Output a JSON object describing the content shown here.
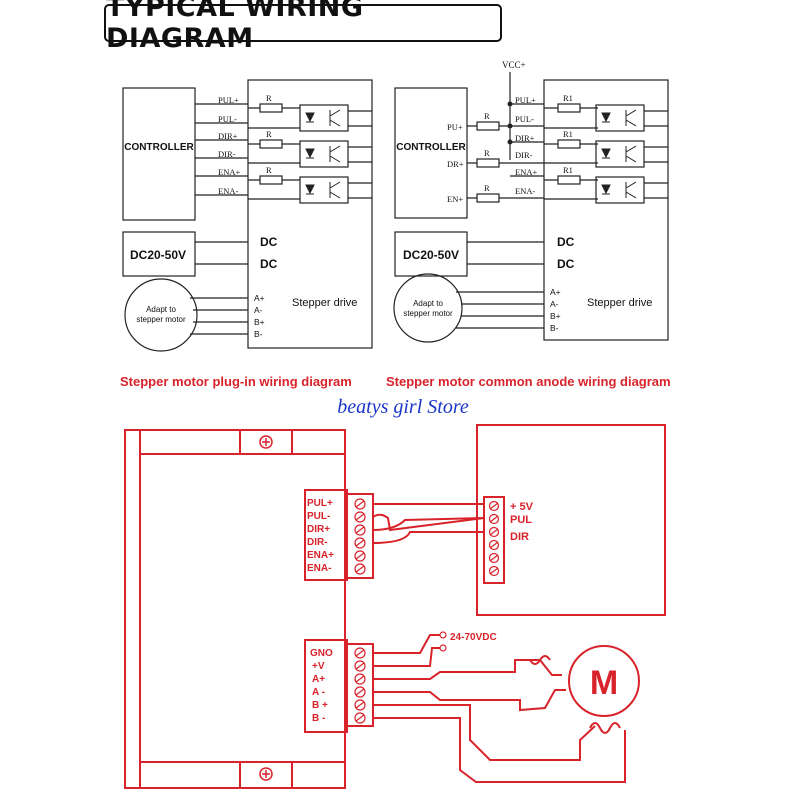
{
  "title": "TYPICAL WIRING DIAGRAM",
  "left_diagram": {
    "controller": "CONTROLLER",
    "resistor": "R",
    "signals": [
      "PUL+",
      "PUL-",
      "DIR+",
      "DIR-",
      "ENA+",
      "ENA-"
    ],
    "power_supply": "DC20-50V",
    "dc_terminals": [
      "DC",
      "DC"
    ],
    "motor": [
      "Adapt to",
      "stepper motor"
    ],
    "motor_terminals": [
      "A+",
      "A-",
      "B+",
      "B-"
    ],
    "drive": "Stepper drive",
    "caption": "Stepper motor plug-in wiring diagram"
  },
  "right_diagram": {
    "vcc": "VCC+",
    "controller": "CONTROLLER",
    "controller_pins": [
      "PU+",
      "DR+",
      "EN+"
    ],
    "resistor": "R",
    "internal_resistors": [
      "R1",
      "R1",
      "R1"
    ],
    "signals": [
      "PUL+",
      "PUL-",
      "DIR+",
      "DIR-",
      "ENA+",
      "ENA-"
    ],
    "power_supply": "DC20-50V",
    "dc_terminals": [
      "DC",
      "DC"
    ],
    "motor": [
      "Adapt to",
      "stepper motor"
    ],
    "motor_terminals": [
      "A+",
      "A-",
      "B+",
      "B-"
    ],
    "drive": "Stepper drive",
    "caption": "Stepper motor common anode wiring diagram"
  },
  "watermark": "beatys girl Store",
  "bottom_diagram": {
    "signal_labels": [
      "PUL+",
      "PUL-",
      "DIR+",
      "DIR-",
      "ENA+",
      "ENA-"
    ],
    "power_labels": [
      "GNO",
      "+V",
      "A+",
      "A -",
      "B +",
      "B -"
    ],
    "controller_labels": [
      "+ 5V",
      "PUL",
      "DIR"
    ],
    "supply": "24-70VDC",
    "motor": "M"
  },
  "colors": {
    "line": "#222222",
    "red": "#d8232a",
    "watermark": "#1a36c8"
  }
}
